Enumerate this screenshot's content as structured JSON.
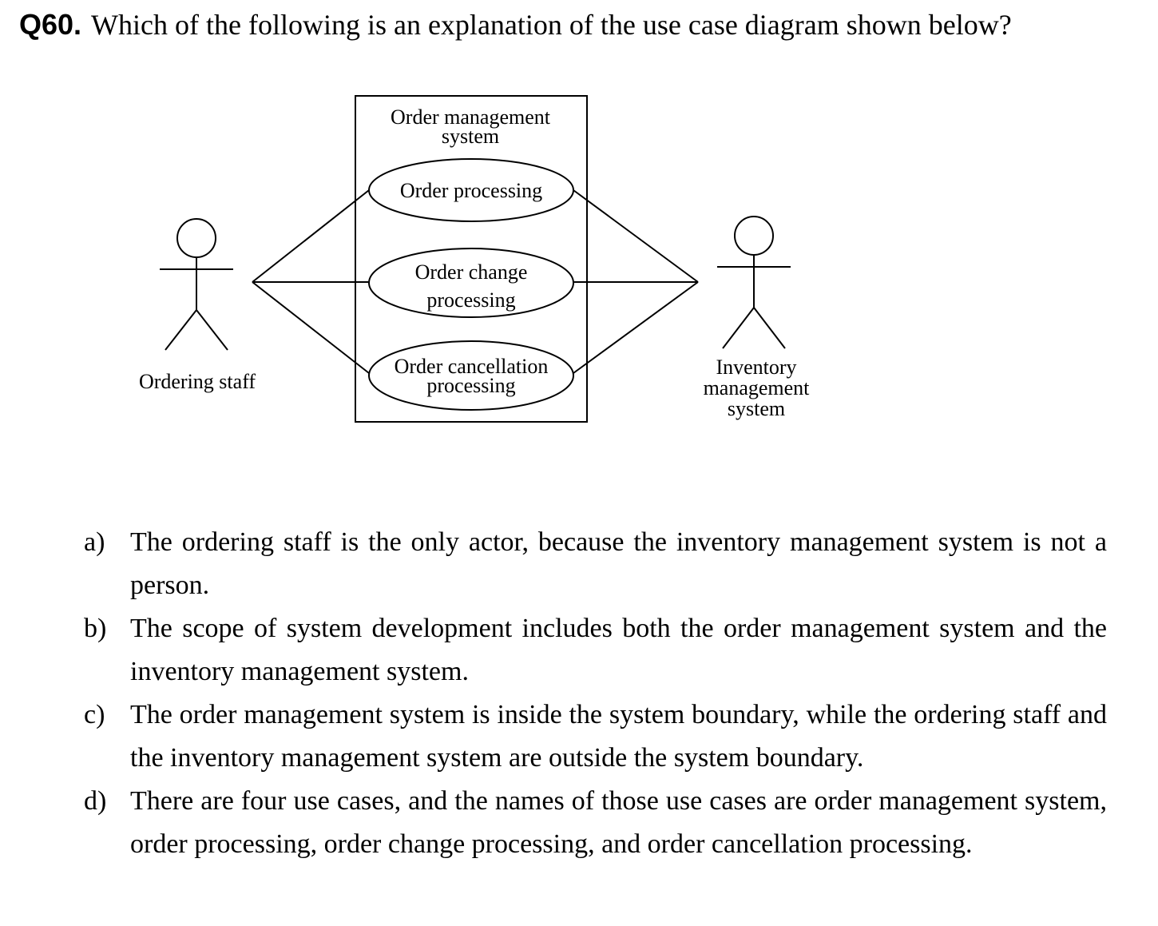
{
  "question": {
    "number": "Q60.",
    "text": "Which of the following is an explanation of the use case diagram shown below?"
  },
  "diagram": {
    "system_boundary": {
      "title_line1": "Order management",
      "title_line2": "system"
    },
    "use_cases": [
      {
        "line1": "Order processing",
        "line2": ""
      },
      {
        "line1": "Order change",
        "line2": "processing"
      },
      {
        "line1": "Order cancellation",
        "line2": "processing"
      }
    ],
    "actors": {
      "left": {
        "label_lines": [
          "Ordering staff"
        ]
      },
      "right": {
        "label_lines": [
          "Inventory",
          "management",
          "system"
        ]
      }
    }
  },
  "options": [
    {
      "letter": "a)",
      "text": "The ordering staff is the only actor, because the inventory management system is not a person."
    },
    {
      "letter": "b)",
      "text": "The scope of system development includes both the order management system and the inventory management system."
    },
    {
      "letter": "c)",
      "text": "The order management system is inside the system boundary, while the ordering staff and the inventory management system are outside the system boundary."
    },
    {
      "letter": "d)",
      "text": "There are four use cases, and the names of those use cases are order management system, order processing, order change processing, and order cancellation processing."
    }
  ]
}
